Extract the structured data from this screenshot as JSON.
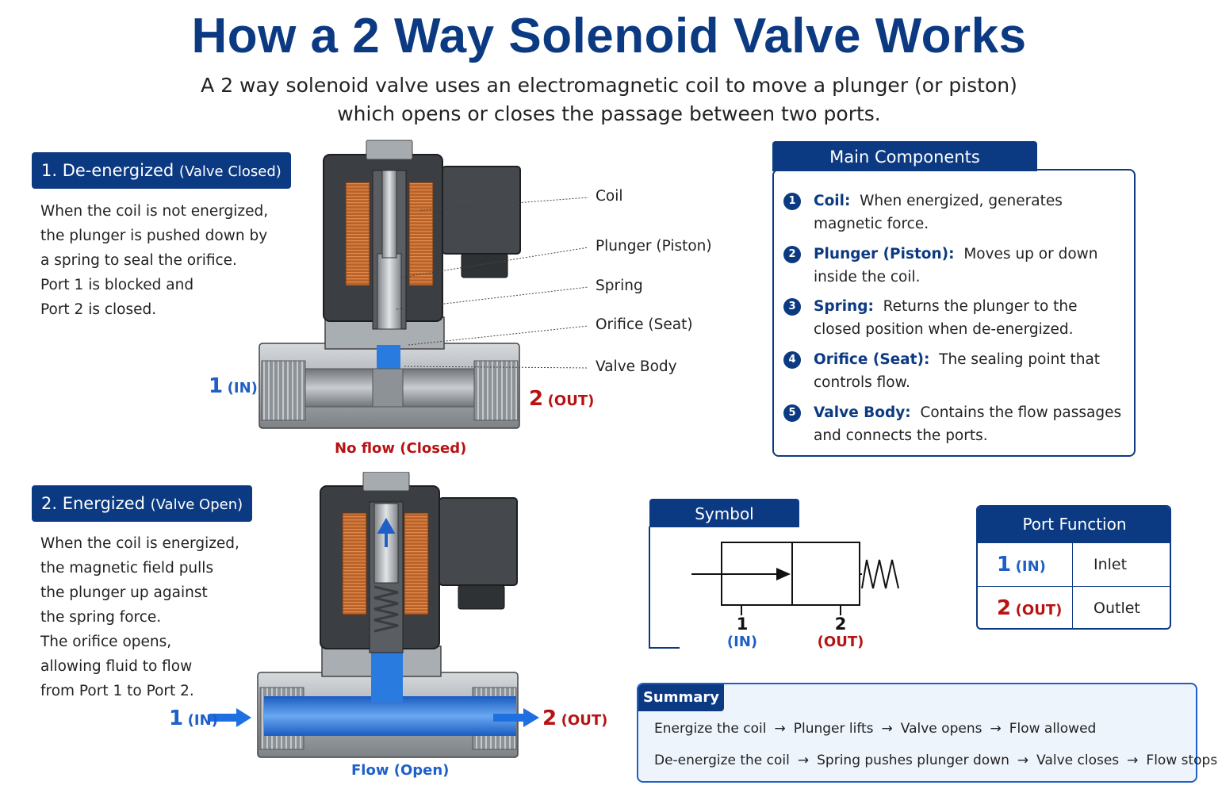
{
  "title": "How a 2 Way Solenoid Valve Works",
  "subtitle_line1": "A 2 way solenoid valve uses an electromagnetic coil to move a plunger (or piston)",
  "subtitle_line2": "which opens or closes the passage between two ports.",
  "section1": {
    "heading": "1. De-energized",
    "heading_sub": "(Valve Closed)",
    "lines": [
      "When the coil is not energized,",
      "the plunger is pushed down by",
      "a spring to seal the orifice.",
      "Port 1 is blocked and",
      "Port 2 is closed."
    ],
    "port_in_num": "1",
    "port_in_text": "(IN)",
    "port_out_num": "2",
    "port_out_text": "(OUT)",
    "state": "No flow (Closed)"
  },
  "callouts": [
    "Coil",
    "Plunger (Piston)",
    "Spring",
    "Orifice (Seat)",
    "Valve Body"
  ],
  "section2": {
    "heading": "2. Energized",
    "heading_sub": "(Valve Open)",
    "lines": [
      "When the coil is energized,",
      "the magnetic field pulls",
      "the plunger up against",
      "the spring force.",
      "The orifice opens,",
      "allowing fluid to flow",
      "from Port 1 to Port 2."
    ],
    "port_in_num": "1",
    "port_in_text": "(IN)",
    "port_out_num": "2",
    "port_out_text": "(OUT)",
    "state": "Flow (Open)"
  },
  "components": {
    "heading": "Main Components",
    "items": [
      {
        "num": "1",
        "name": "Coil:",
        "line1": "When energized, generates",
        "line2": "magnetic force."
      },
      {
        "num": "2",
        "name": "Plunger (Piston):",
        "line1": "Moves up or down",
        "line2": "inside the coil."
      },
      {
        "num": "3",
        "name": "Spring:",
        "line1": "Returns the plunger to the",
        "line2": "closed position when de-energized."
      },
      {
        "num": "4",
        "name": "Orifice (Seat):",
        "line1": "The sealing point that",
        "line2": "controls flow."
      },
      {
        "num": "5",
        "name": "Valve Body:",
        "line1": "Contains the flow passages",
        "line2": "and connects the ports."
      }
    ]
  },
  "symbol": {
    "heading": "Symbol",
    "port1_num": "1",
    "port1_text": "(IN)",
    "port2_num": "2",
    "port2_text": "(OUT)"
  },
  "port_function": {
    "heading": "Port Function",
    "rows": [
      {
        "num": "1",
        "tag": "(IN)",
        "func": "Inlet"
      },
      {
        "num": "2",
        "tag": "(OUT)",
        "func": "Outlet"
      }
    ]
  },
  "summary": {
    "heading": "Summary",
    "line1": [
      "Energize the coil",
      "Plunger lifts",
      "Valve opens",
      "Flow allowed"
    ],
    "line2": [
      "De-energize the coil",
      "Spring pushes plunger down",
      "Valve closes",
      "Flow stops"
    ],
    "arrow": "→"
  },
  "colors": {
    "navy": "#0c3a82",
    "blue": "#1e5fc8",
    "red": "#b81212",
    "water": "#2a7be0",
    "copper": "#c06a30",
    "steel": "#9aa0a6"
  }
}
